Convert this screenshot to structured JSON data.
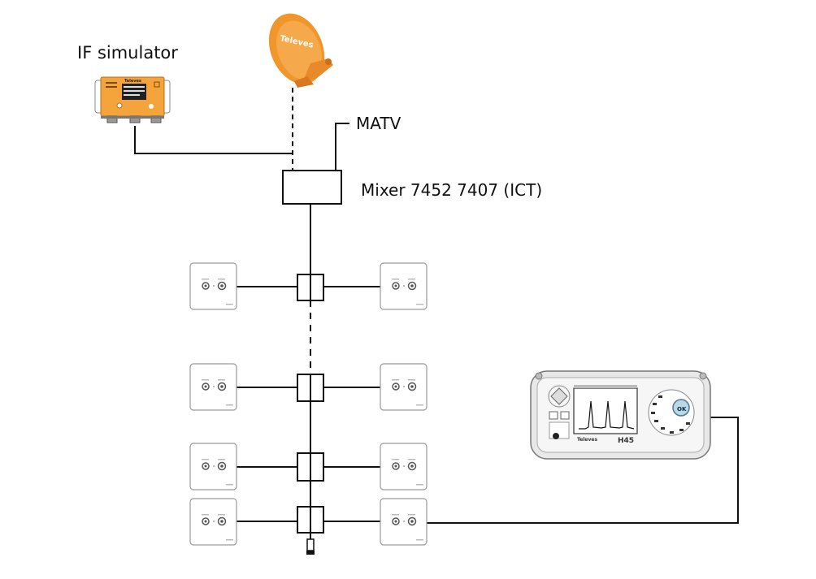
{
  "labels": {
    "if_simulator": "IF simulator",
    "matv": "MATV",
    "mixer": "Mixer 7452 7407 (ICT)"
  },
  "brand": {
    "dish": "Televes",
    "if_box_brand": "Televes",
    "meter_brand": "Televes",
    "meter_model": "H45",
    "meter_ok": "OK"
  },
  "colors": {
    "line": "#111111",
    "dish_orange": "#f0962a",
    "device_orange": "#f5a43c",
    "outlet_border": "#9a9a9a",
    "meter_body": "#e8e8e8",
    "meter_screen": "#ffffff"
  }
}
